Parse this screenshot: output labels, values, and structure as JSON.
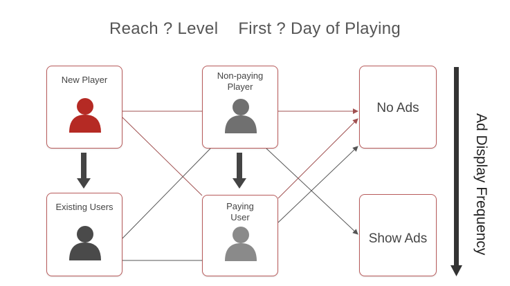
{
  "title": {
    "left": "Reach ? Level",
    "right": "First ? Day of Playing"
  },
  "nodes": {
    "new_player": "New Player",
    "non_paying_player": "Non-paying\nPlayer",
    "existing_users": "Existing Users",
    "paying_user": "Paying\nUser",
    "no_ads": "No Ads",
    "show_ads": "Show Ads"
  },
  "side_label": "Ad Display Frequency",
  "colors": {
    "accent": "#b52a24",
    "box_border": "#b85a5a",
    "connector": "#a05050",
    "person_dark": "#4a4a4a",
    "person_mid": "#707070",
    "person_light": "#8a8a8a",
    "arrow": "#444444"
  }
}
